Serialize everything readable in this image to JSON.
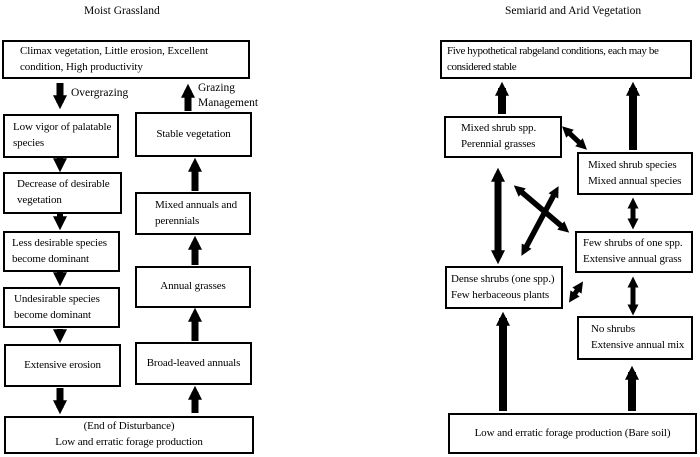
{
  "page": {
    "background_color": "#ffffff",
    "ink_color": "#000000"
  },
  "left_chart": {
    "title": "Moist Grassland",
    "boxes": {
      "climax": "Climax vegetation, Little erosion, Excellent\ncondition, High productivity",
      "low_vigor": "Low vigor of palatable\nspecies",
      "decrease": "Decrease of desirable\nvegetation",
      "less_desirable": "Less desirable species\nbecome dominant",
      "undesirable": "Undesirable species\nbecome dominant",
      "extensive_erosion": "Extensive erosion",
      "end_of_disturbance": "(End of Disturbance)\nLow and erratic forage production",
      "stable_vegetation": "Stable vegetation",
      "mixed_annuals": "Mixed annuals and\nperennials",
      "annual_grasses": "Annual grasses",
      "broad_leaved": "Broad-leaved annuals"
    },
    "edge_labels": {
      "overgrazing": "Overgrazing",
      "grazing_management": "Grazing\nManagement"
    },
    "edges": [
      {
        "from": "climax",
        "to": "low_vigor",
        "label": "Overgrazing",
        "bidirectional": false
      },
      {
        "from": "stable_vegetation",
        "to": "climax",
        "label": "Grazing Management",
        "bidirectional": false
      },
      {
        "from": "low_vigor",
        "to": "decrease",
        "bidirectional": false
      },
      {
        "from": "decrease",
        "to": "less_desirable",
        "bidirectional": false
      },
      {
        "from": "less_desirable",
        "to": "undesirable",
        "bidirectional": false
      },
      {
        "from": "undesirable",
        "to": "extensive_erosion",
        "bidirectional": false
      },
      {
        "from": "extensive_erosion",
        "to": "end_of_disturbance",
        "bidirectional": false
      },
      {
        "from": "end_of_disturbance",
        "to": "broad_leaved",
        "bidirectional": false
      },
      {
        "from": "broad_leaved",
        "to": "annual_grasses",
        "bidirectional": false
      },
      {
        "from": "annual_grasses",
        "to": "mixed_annuals",
        "bidirectional": false
      },
      {
        "from": "mixed_annuals",
        "to": "stable_vegetation",
        "bidirectional": false
      }
    ]
  },
  "right_chart": {
    "title": "Semiarid and Arid Vegetation",
    "boxes": {
      "five_conditions": "Five hypothetical rabgeland conditions, each may be\nconsidered stable",
      "mixed_shrub_perennial": "Mixed shrub spp.\nPerennial grasses",
      "mixed_shrub_annual": "Mixed shrub species\nMixed annual species",
      "few_shrubs": "Few shrubs of one spp.\nExtensive annual grass",
      "dense_shrubs": "Dense shrubs (one spp.)\nFew herbaceous plants",
      "no_shrubs": "No shrubs\nExtensive annual mix",
      "low_forage": "Low and erratic forage production (Bare soil)"
    },
    "edges": [
      {
        "from": "mixed_shrub_perennial",
        "to": "five_conditions",
        "bidirectional": false
      },
      {
        "from": "mixed_shrub_annual",
        "to": "five_conditions",
        "bidirectional": false
      },
      {
        "from": "mixed_shrub_perennial",
        "to": "mixed_shrub_annual",
        "bidirectional": true
      },
      {
        "from": "mixed_shrub_perennial",
        "to": "dense_shrubs",
        "bidirectional": true
      },
      {
        "from": "mixed_shrub_perennial",
        "to": "few_shrubs",
        "bidirectional": true
      },
      {
        "from": "mixed_shrub_annual",
        "to": "dense_shrubs",
        "bidirectional": true
      },
      {
        "from": "mixed_shrub_annual",
        "to": "few_shrubs",
        "bidirectional": true
      },
      {
        "from": "dense_shrubs",
        "to": "few_shrubs",
        "bidirectional": true
      },
      {
        "from": "few_shrubs",
        "to": "no_shrubs",
        "bidirectional": true
      },
      {
        "from": "low_forage",
        "to": "dense_shrubs",
        "bidirectional": false
      },
      {
        "from": "low_forage",
        "to": "no_shrubs",
        "bidirectional": false
      }
    ]
  }
}
